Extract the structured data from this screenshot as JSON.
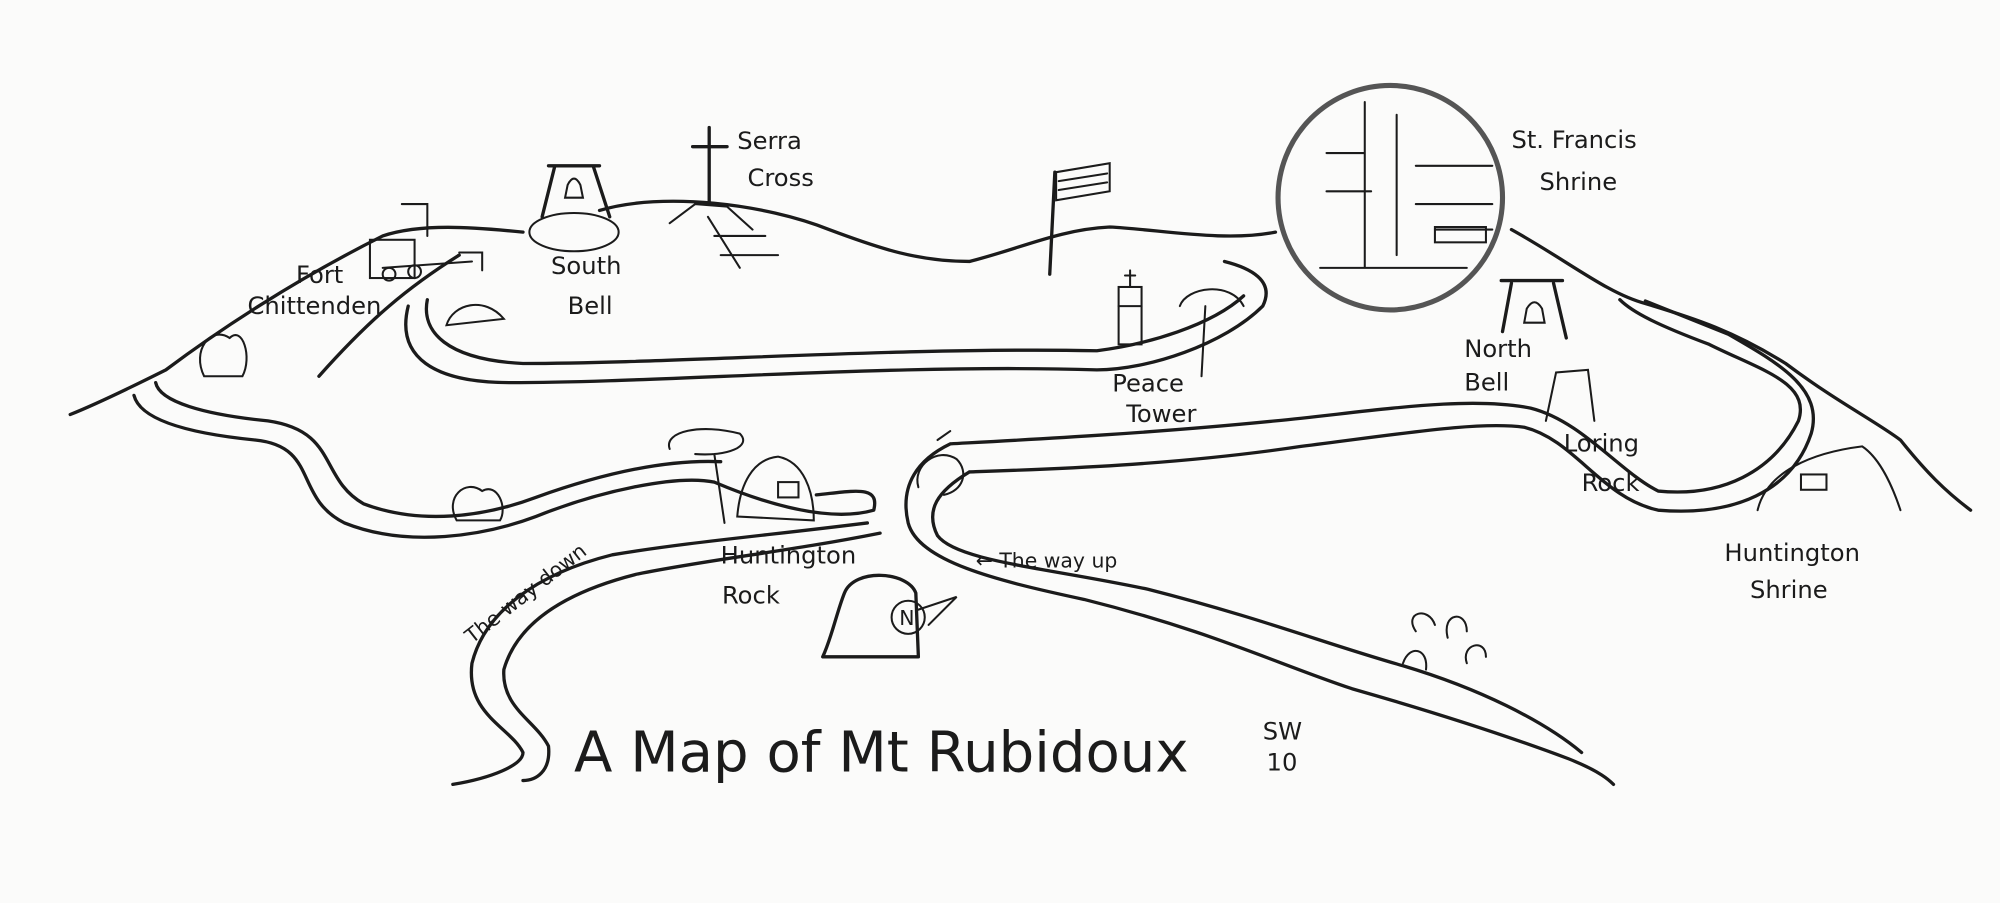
{
  "map": {
    "title": "A Map of Mt Rubidoux",
    "signature": {
      "initials": "SW",
      "year": "10"
    },
    "compass_letter": "N",
    "landmarks": {
      "serra_cross": [
        "Serra",
        "Cross"
      ],
      "south_bell": [
        "South",
        "Bell"
      ],
      "fort_chittenden": [
        "Fort",
        "Chittenden"
      ],
      "peace_tower": [
        "Peace",
        "Tower"
      ],
      "st_francis_shrine": [
        "St. Francis",
        "Shrine"
      ],
      "north_bell": [
        "North",
        "Bell"
      ],
      "loring_rock": [
        "Loring",
        "Rock"
      ],
      "huntington_shrine": [
        "Huntington",
        "Shrine"
      ],
      "huntington_rock": [
        "Huntington",
        "Rock"
      ]
    },
    "trails": {
      "way_down": "The way down",
      "way_up": "← The way up"
    },
    "colors": {
      "ink": "#1b1b1b",
      "paper": "#fbfbfa"
    }
  }
}
